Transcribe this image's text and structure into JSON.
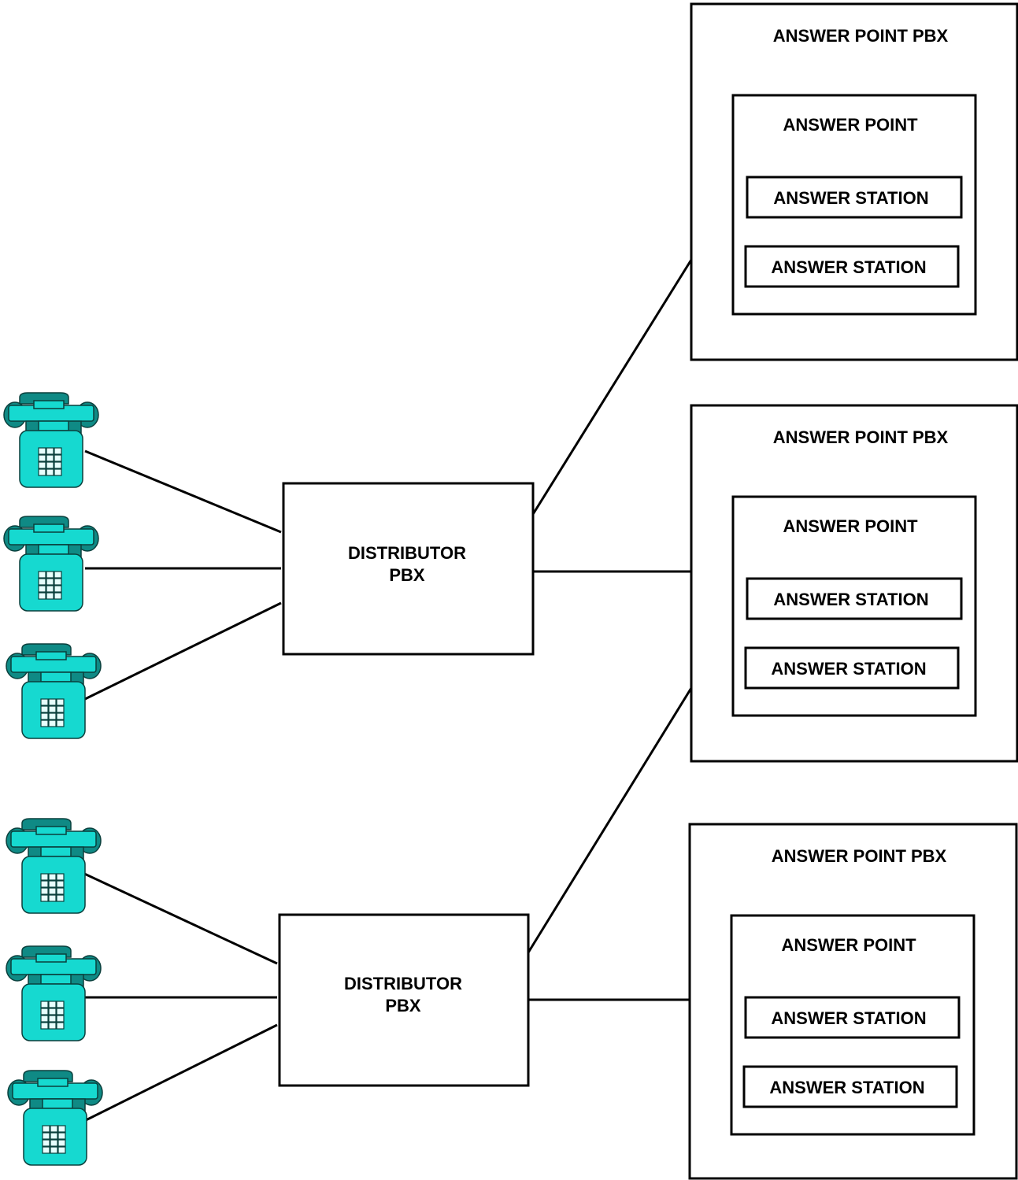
{
  "labels": {
    "distributor_line1": "DISTRIBUTOR",
    "distributor_line2": "PBX",
    "answer_point_pbx": "ANSWER POINT PBX",
    "answer_point": "ANSWER POINT",
    "answer_station": "ANSWER STATION"
  },
  "colors": {
    "phone_body": "#16d9d0",
    "phone_dark": "#0f8a85",
    "phone_outline": "#0a3f3c",
    "line": "#000000"
  },
  "icons": {
    "phone": "telephone-icon"
  }
}
